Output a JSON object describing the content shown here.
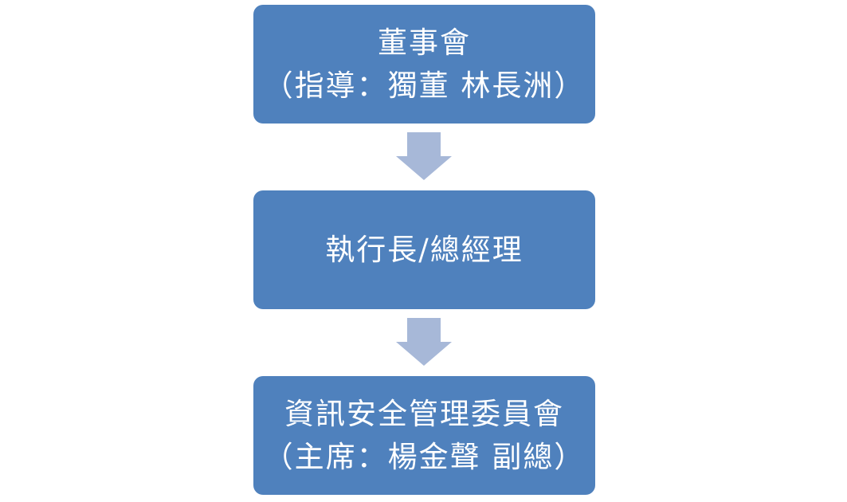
{
  "org_chart": {
    "board": {
      "title": "董事會",
      "subtitle": "（指導：獨董 林長洲）"
    },
    "ceo": {
      "title": "執行長/總經理"
    },
    "committee": {
      "title": "資訊安全管理委員會",
      "subtitle": "（主席：楊金聲 副總）"
    }
  },
  "colors": {
    "box_fill": "#4f81bd",
    "box_text": "#ffffff",
    "arrow_fill": "#a7b8d8"
  },
  "icons": {
    "connector": "arrow-down-icon"
  }
}
